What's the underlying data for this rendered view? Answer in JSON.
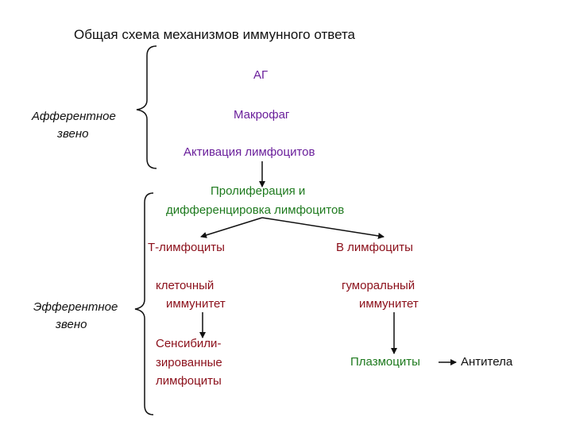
{
  "colors": {
    "purple": "#6a1f9b",
    "green": "#1e7a1e",
    "red": "#8b0f1a",
    "black": "#111111"
  },
  "title": "Общая схема механизмов иммунного ответа",
  "afferent": {
    "line1": "Афферентное",
    "line2": "звено"
  },
  "efferent": {
    "line1": "Эфферентное",
    "line2": "звено"
  },
  "nodes": {
    "ag": "АГ",
    "macrophage": "Макрофаг",
    "activation": "Активация лимфоцитов",
    "prolif_line1": "Пролиферация и",
    "prolif_line2": "дифференцировка лимфоцитов",
    "t_cells": "Т-лимфоциты",
    "b_cells": "В лимфоциты",
    "cell_line1": "клеточный",
    "cell_line2": "иммунитет",
    "hum_line1": "гуморальный",
    "hum_line2": "иммунитет",
    "sens_line1": "Сенсибили-",
    "sens_line2": "зированные",
    "sens_line3": "лимфоциты",
    "plasma": "Плазмоциты",
    "antibodies": "Антитела"
  }
}
